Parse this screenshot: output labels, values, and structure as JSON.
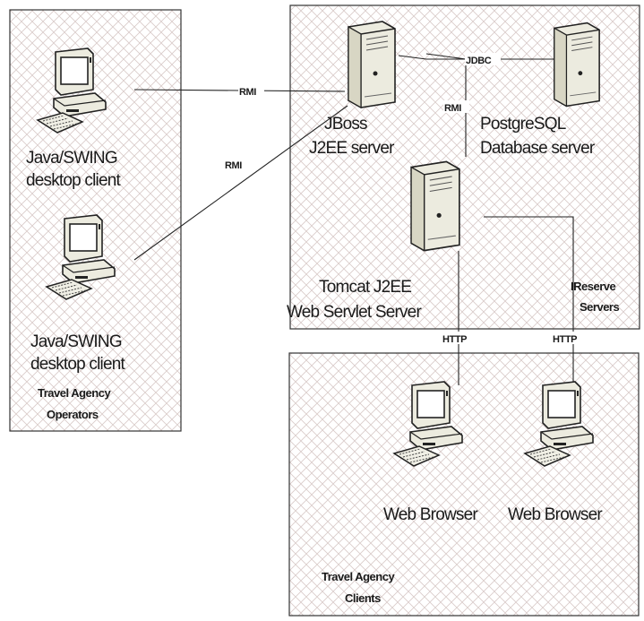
{
  "groups": {
    "operators": "Travel Agency\nOperators",
    "servers": "IReserve\nServers",
    "clients": "Travel Agency\nClients"
  },
  "nodes": {
    "client1": "Java/SWING\ndesktop client",
    "client2": "Java/SWING\ndesktop client",
    "jboss": "JBoss\nJ2EE server",
    "postgres": "PostgreSQL\nDatabase server",
    "tomcat": "Tomcat J2EE\nWeb Servlet Server",
    "browser1": "Web Browser",
    "browser2": "Web Browser"
  },
  "edges": {
    "rmi_top": "RMI",
    "rmi_diag": "RMI",
    "rmi_vert": "RMI",
    "jdbc": "JDBC",
    "http1": "HTTP",
    "http2": "HTTP"
  },
  "colors": {
    "hatch": "#d7c9c7",
    "border": "#333333",
    "device": "#ececdc"
  },
  "icons": [
    "desktop-computer-icon",
    "server-tower-icon"
  ]
}
